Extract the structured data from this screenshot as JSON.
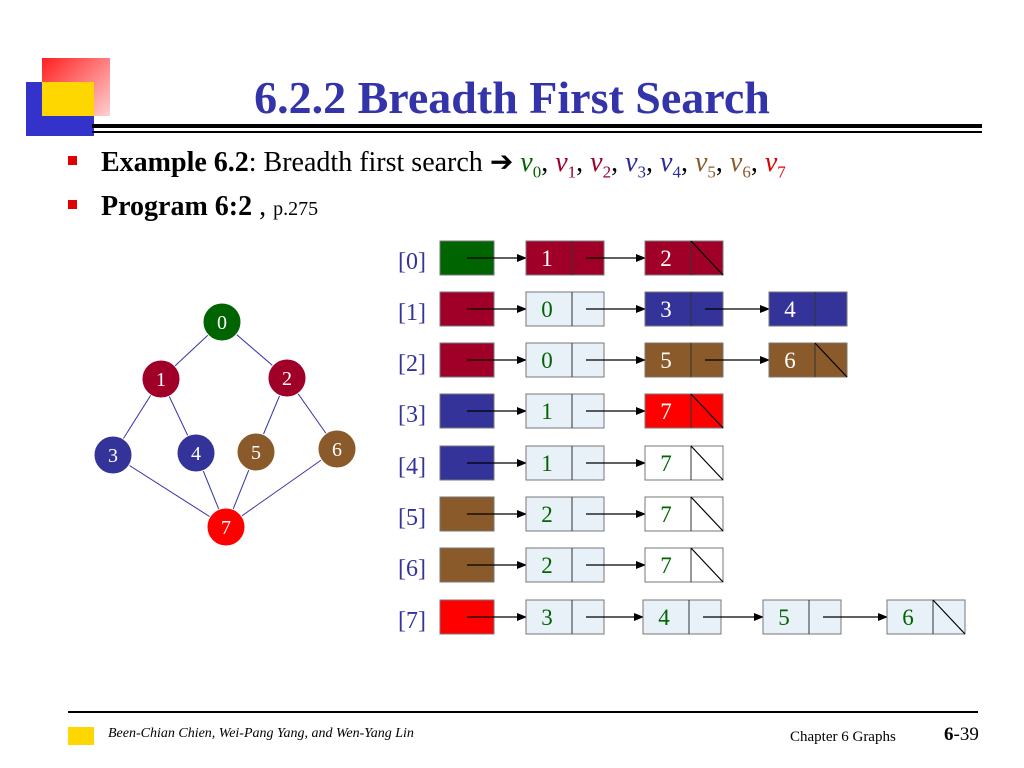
{
  "title": "6.2.2 Breadth First Search",
  "bullets": {
    "example_bold": "Example 6.2",
    "example_text": ": Breadth first search",
    "arrow_glyph": "➔",
    "sequence": [
      {
        "v": "v",
        "sub": "0",
        "color": "#006400"
      },
      {
        "v": "v",
        "sub": "1",
        "color": "#a00028"
      },
      {
        "v": "v",
        "sub": "2",
        "color": "#a00028"
      },
      {
        "v": "v",
        "sub": "3",
        "color": "#2b2b99"
      },
      {
        "v": "v",
        "sub": "4",
        "color": "#2b2b99"
      },
      {
        "v": "v",
        "sub": "5",
        "color": "#8b5a2b"
      },
      {
        "v": "v",
        "sub": "6",
        "color": "#8b5a2b"
      },
      {
        "v": "v",
        "sub": "7",
        "color": "#e00000"
      }
    ],
    "program_bold": "Program 6:2",
    "program_sep": " , ",
    "program_page": "p.275"
  },
  "colors": {
    "title": "#3333aa",
    "bullet": "#e00000",
    "green": "#006400",
    "crimson": "#a00028",
    "navy": "#333399",
    "brown": "#8b5a2b",
    "red": "#ff0000",
    "box_fill": "#e8f0f8",
    "num_green": "#006400",
    "edge": "#3333aa"
  },
  "graph": {
    "nodes": [
      {
        "id": "0",
        "label": "0",
        "color": "green"
      },
      {
        "id": "1",
        "label": "1",
        "color": "crimson"
      },
      {
        "id": "2",
        "label": "2",
        "color": "crimson"
      },
      {
        "id": "3",
        "label": "3",
        "color": "navy"
      },
      {
        "id": "4",
        "label": "4",
        "color": "navy"
      },
      {
        "id": "5",
        "label": "5",
        "color": "brown"
      },
      {
        "id": "6",
        "label": "6",
        "color": "brown"
      },
      {
        "id": "7",
        "label": "7",
        "color": "red"
      }
    ],
    "edges": [
      [
        "0",
        "1"
      ],
      [
        "0",
        "2"
      ],
      [
        "1",
        "3"
      ],
      [
        "1",
        "4"
      ],
      [
        "2",
        "5"
      ],
      [
        "2",
        "6"
      ],
      [
        "3",
        "7"
      ],
      [
        "4",
        "7"
      ],
      [
        "5",
        "7"
      ],
      [
        "6",
        "7"
      ]
    ]
  },
  "adjacency": [
    {
      "index": "[0]",
      "head": "green",
      "nodes": [
        {
          "v": "1",
          "fill": "crimson",
          "text": "white",
          "null": false
        },
        {
          "v": "2",
          "fill": "crimson",
          "text": "white",
          "null": true
        }
      ]
    },
    {
      "index": "[1]",
      "head": "crimson",
      "nodes": [
        {
          "v": "0",
          "fill": "box",
          "text": "green",
          "null": false
        },
        {
          "v": "3",
          "fill": "navy",
          "text": "white",
          "null": false
        },
        {
          "v": "4",
          "fill": "navy",
          "text": "white",
          "null": false
        }
      ]
    },
    {
      "index": "[2]",
      "head": "crimson",
      "nodes": [
        {
          "v": "0",
          "fill": "box",
          "text": "green",
          "null": false
        },
        {
          "v": "5",
          "fill": "brown",
          "text": "white",
          "null": false
        },
        {
          "v": "6",
          "fill": "brown",
          "text": "white",
          "null": true
        }
      ]
    },
    {
      "index": "[3]",
      "head": "navy",
      "nodes": [
        {
          "v": "1",
          "fill": "box",
          "text": "green",
          "null": false
        },
        {
          "v": "7",
          "fill": "red",
          "text": "white",
          "null": true
        }
      ]
    },
    {
      "index": "[4]",
      "head": "navy",
      "nodes": [
        {
          "v": "1",
          "fill": "box",
          "text": "green",
          "null": false
        },
        {
          "v": "7",
          "fill": "white",
          "text": "green",
          "null": true
        }
      ]
    },
    {
      "index": "[5]",
      "head": "brown",
      "nodes": [
        {
          "v": "2",
          "fill": "box",
          "text": "green",
          "null": false
        },
        {
          "v": "7",
          "fill": "white",
          "text": "green",
          "null": true
        }
      ]
    },
    {
      "index": "[6]",
      "head": "brown",
      "nodes": [
        {
          "v": "2",
          "fill": "box",
          "text": "green",
          "null": false
        },
        {
          "v": "7",
          "fill": "white",
          "text": "green",
          "null": true
        }
      ]
    },
    {
      "index": "[7]",
      "head": "red",
      "nodes": [
        {
          "v": "3",
          "fill": "box",
          "text": "green",
          "null": false
        },
        {
          "v": "4",
          "fill": "box",
          "text": "green",
          "null": false
        },
        {
          "v": "5",
          "fill": "box",
          "text": "green",
          "null": false
        },
        {
          "v": "6",
          "fill": "box",
          "text": "green",
          "null": true
        }
      ]
    }
  ],
  "footer": {
    "authors": "Been-Chian Chien, Wei-Pang Yang, and Wen-Yang Lin",
    "chapter": "Chapter 6 Graphs",
    "page_bold": "6",
    "page_rest": "-39"
  }
}
